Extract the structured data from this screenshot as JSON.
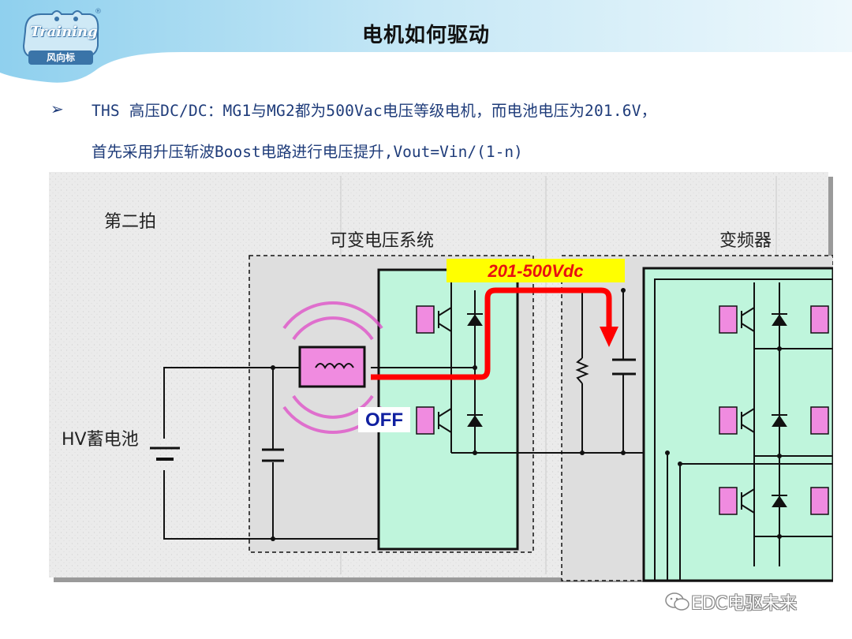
{
  "header": {
    "title": "电机如何驱动",
    "logo_main": "Training",
    "logo_sub": "风向标",
    "logo_reg": "®"
  },
  "content": {
    "bullet_icon": "arrow-bullet-icon",
    "line1": "THS 高压DC/DC：MG1与MG2都为500Vac电压等级电机，而电池电压为201.6V，",
    "line2": "首先采用升压斩波Boost电路进行电压提升,Vout=Vin/(1-n)"
  },
  "diagram": {
    "beat_label": "第二拍",
    "converter_label": "可变电压系统",
    "inverter_label": "变频器",
    "voltage_label": "201-500Vdc",
    "switch_state": "OFF",
    "battery_label": "HV蓄电池",
    "colors": {
      "module_fill": "#bff5dc",
      "gate_fill": "#f08be0",
      "arrow": "#ff0000",
      "voltage_box": "#ffff00",
      "off_text": "#1020a0"
    }
  },
  "watermark": {
    "text": "EDC电驱未来",
    "icon": "wechat-icon"
  }
}
